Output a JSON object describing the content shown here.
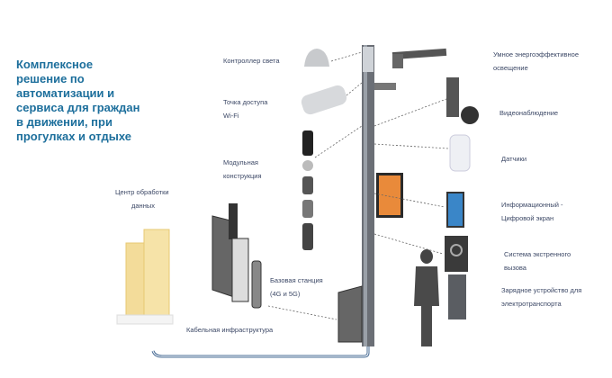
{
  "title": "Комплексное решение по автоматизации и сервиса для граждан в движении, при прогулках и отдыхе",
  "left_labels": {
    "light_controller": "Контроллер света",
    "wifi_1": "Точка доступа",
    "wifi_2": "Wi-Fi",
    "modular_1": "Модульная",
    "modular_2": "конструкция",
    "datacenter_1": "Центр обработки",
    "datacenter_2": "данных",
    "base_1": "Базовая станция",
    "base_2": "(4G и 5G)",
    "cable": "Кабельная инфраструктура"
  },
  "right_labels": {
    "lighting_1": "Умное энергоэффективное",
    "lighting_2": "освещение",
    "video": "Видеонаблюдение",
    "sensors": "Датчики",
    "screen_1": "Информационный -",
    "screen_2": "Цифровой экран",
    "emergency_1": "Система экстренного",
    "emergency_2": "вызова",
    "charger_1": "Зарядное устройство для",
    "charger_2": "электротранспорта"
  },
  "colors": {
    "title": "#1d6f9c",
    "label": "#3c4866",
    "building": "#f3dc9a"
  }
}
